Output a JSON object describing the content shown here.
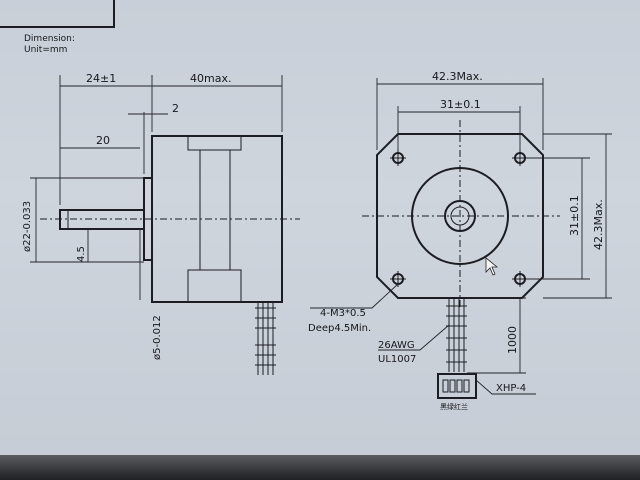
{
  "header": {
    "title_line1": "Dimension:",
    "title_line2": "Unit=mm"
  },
  "side_view": {
    "dim_shaft_total": "24±1",
    "dim_body_length": "40max.",
    "dim_flange": "2",
    "dim_shaft_flat": "20",
    "dim_shaft_diameter": "ø22-0.033",
    "dim_flat_depth": "4.5",
    "dim_pilot_diameter": "ø5-0.012"
  },
  "front_view": {
    "dim_width_max": "42.3Max.",
    "dim_hole_spacing_h": "31±0.1",
    "dim_hole_spacing_v": "31±0.1",
    "dim_height_max": "42.3Max.",
    "label_screws": "4-M3*0.5",
    "label_depth": "Deep4.5Min.",
    "label_wire_gauge": "26AWG",
    "label_wire_std": "UL1007",
    "dim_lead_length": "1000",
    "label_connector": "XHP-4",
    "label_connector_note": "黑绿红兰"
  },
  "colors": {
    "paper": "#cfd5dd",
    "ink": "#1b1d22"
  }
}
